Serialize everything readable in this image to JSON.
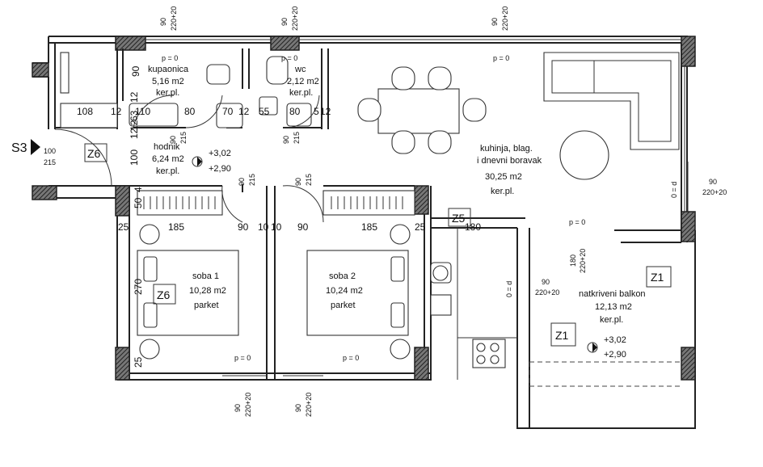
{
  "rooms": {
    "kupaonica": {
      "name": "kupaonica",
      "area": "5,16 m2",
      "floor": "ker.pl.",
      "level": "p = 0"
    },
    "wc": {
      "name": "wc",
      "area": "2,12 m2",
      "floor": "ker.pl.",
      "level": "p = 0"
    },
    "hodnik": {
      "name": "hodnik",
      "area": "6,24 m2",
      "floor": "ker.pl."
    },
    "kuhinja": {
      "name_line1": "kuhinja, blag.",
      "name_line2": "i dnevni boravak",
      "area": "30,25 m2",
      "floor": "ker.pl.",
      "level": "p = 0"
    },
    "soba1": {
      "name": "soba 1",
      "area": "10,28 m2",
      "floor": "parket",
      "level": "p = 0"
    },
    "soba2": {
      "name": "soba 2",
      "area": "10,24 m2",
      "floor": "parket",
      "level": "p = 0"
    },
    "balkon": {
      "name": "natkriveni balkon",
      "area": "12,13 m2",
      "floor": "ker.pl.",
      "level": "p = 0"
    }
  },
  "levels": {
    "hall_top": "+3,02",
    "hall_bottom": "+2,90",
    "balcony_top": "+3,02",
    "balcony_bottom": "+2,90"
  },
  "tags": {
    "s3": "S3",
    "z6_top": "Z6",
    "z6_left": "Z6",
    "z5": "Z5",
    "z1_right": "Z1",
    "z1_bottom": "Z1"
  },
  "openings": {
    "w90": "90",
    "h220": "220+20",
    "h215": "215",
    "w100": "100",
    "d0": "0 = d"
  },
  "dims": {
    "d108": "108",
    "d12a": "12",
    "d110": "110",
    "d80a": "80",
    "d70": "70",
    "d12b": "12",
    "d55": "55",
    "d80b": "80",
    "d5": "5",
    "d12c": "12",
    "d90v": "90",
    "d12v1": "12",
    "d63": "63",
    "d12v2": "12",
    "d100v": "100",
    "d50": "50",
    "d4": "4",
    "d12v3": "12",
    "d25a": "25",
    "d185a": "185",
    "d90a": "90",
    "d10a": "10",
    "d10b": "10",
    "d90b": "90",
    "d185b": "185",
    "d25b": "25",
    "d180": "180",
    "d270": "270",
    "d25v": "25",
    "d180v": "180"
  }
}
